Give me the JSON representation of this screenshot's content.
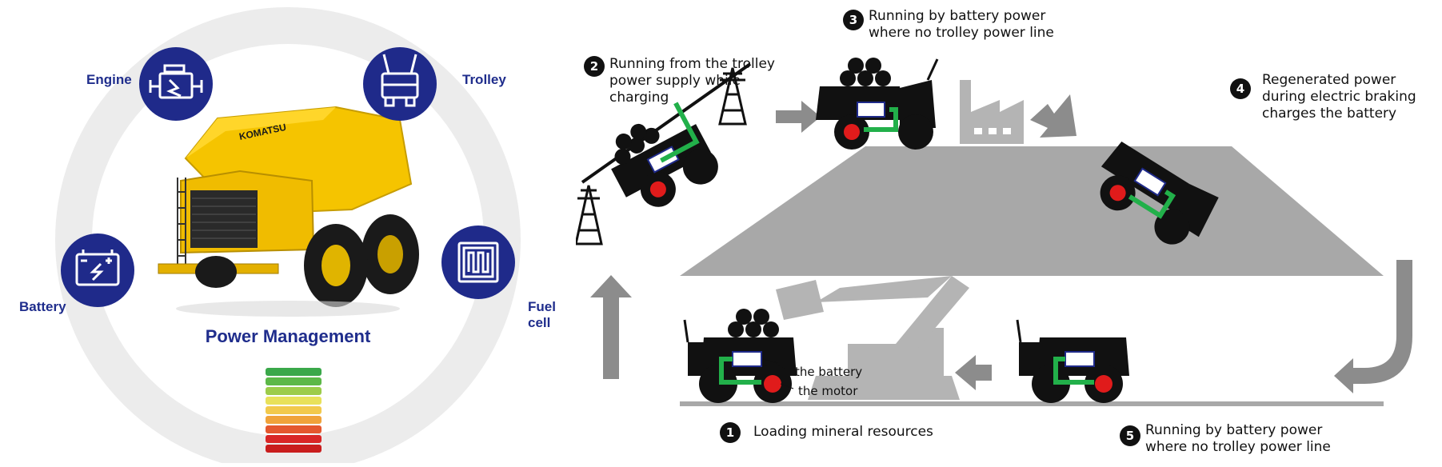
{
  "left_panel": {
    "labels": {
      "engine": "Engine",
      "trolley": "Trolley",
      "battery": "Battery",
      "fuel_cell": "Fuel cell"
    },
    "brand": "KOMATSU",
    "title": "Power Management",
    "colors": {
      "circle_bg": "#1f2a8a",
      "ring": "#eeeeee",
      "truck": "#f5c400"
    },
    "gauge_colors": [
      "#3aa84a",
      "#5cb848",
      "#9ccc4a",
      "#e8e15a",
      "#f2c94c",
      "#f0a23a",
      "#e4572e",
      "#d92626",
      "#c91d1d"
    ]
  },
  "right_panel": {
    "steps": [
      {
        "num": "1",
        "lines": [
          "Loading mineral resources"
        ]
      },
      {
        "num": "2",
        "lines": [
          "Running from the trolley",
          "power supply while",
          "charging"
        ]
      },
      {
        "num": "3",
        "lines": [
          "Running by battery power",
          "where no trolley power line"
        ]
      },
      {
        "num": "4",
        "lines": [
          "Regenerated power",
          "during electric braking",
          "charges the battery"
        ]
      },
      {
        "num": "5",
        "lines": [
          "Running by battery power",
          "where no trolley power line"
        ]
      }
    ],
    "callouts": {
      "battery": "the battery",
      "motor": "the motor"
    },
    "colors": {
      "hill": "#a8a8a8",
      "arrow": "#8c8c8c",
      "flow": "#22b04a",
      "motor": "#e01b1b",
      "battery": "#1f2a8a"
    }
  }
}
